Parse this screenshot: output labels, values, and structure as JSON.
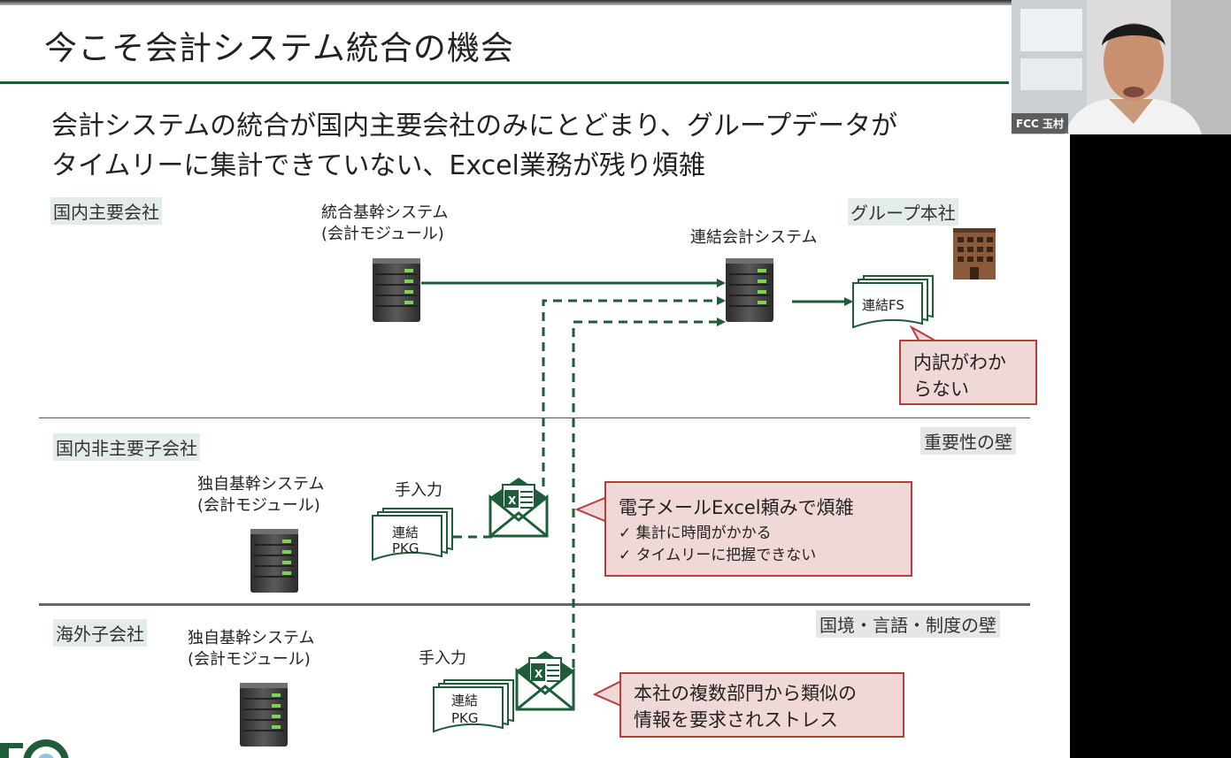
{
  "slide": {
    "title": "今こそ会計システム統合の機会",
    "subtitle_line1": "会計システムの統合が国内主要会社のみにとどまり、グループデータが",
    "subtitle_line2": "タイムリーに集計できていない、Excel業務が残り煩雑"
  },
  "sections": {
    "domestic_major": "国内主要会社",
    "domestic_minor": "国内非主要子会社",
    "overseas": "海外子会社"
  },
  "walls": {
    "importance": "重要性の壁",
    "border": "国境・言語・制度の壁"
  },
  "systems": {
    "integrated_line1": "統合基幹システム",
    "integrated_line2": "(会計モジュール)",
    "consolidated": "連結会計システム",
    "group_hq": "グループ本社",
    "own_a_line1": "独自基幹システム",
    "own_a_line2": "(会計モジュール)",
    "own_b_line1": "独自基幹システム",
    "own_b_line2": "(会計モジュール)"
  },
  "docs": {
    "fs": "連結FS",
    "manual_a": "手入力",
    "pkg_a_line1": "連結",
    "pkg_a_line2": "PKG",
    "manual_b": "手入力",
    "pkg_b_line1": "連結",
    "pkg_b_line2": "PKG",
    "excel_letter": "X"
  },
  "callouts": {
    "breakdown_line1": "内訳がわか",
    "breakdown_line2": "らない",
    "email_head": "電子メールExcel頼みで煩雑",
    "email_item1": "✓ 集計に時間がかかる",
    "email_item2": "✓ タイムリーに把握できない",
    "hq_line1": "本社の複数部門から類似の",
    "hq_line2": "情報を要求されストレス"
  },
  "video": {
    "participant_label": "FCC 玉村"
  },
  "colors": {
    "accent_green": "#1e5c3a",
    "callout_fill": "#efd8d6",
    "callout_border": "#b83c3c"
  }
}
